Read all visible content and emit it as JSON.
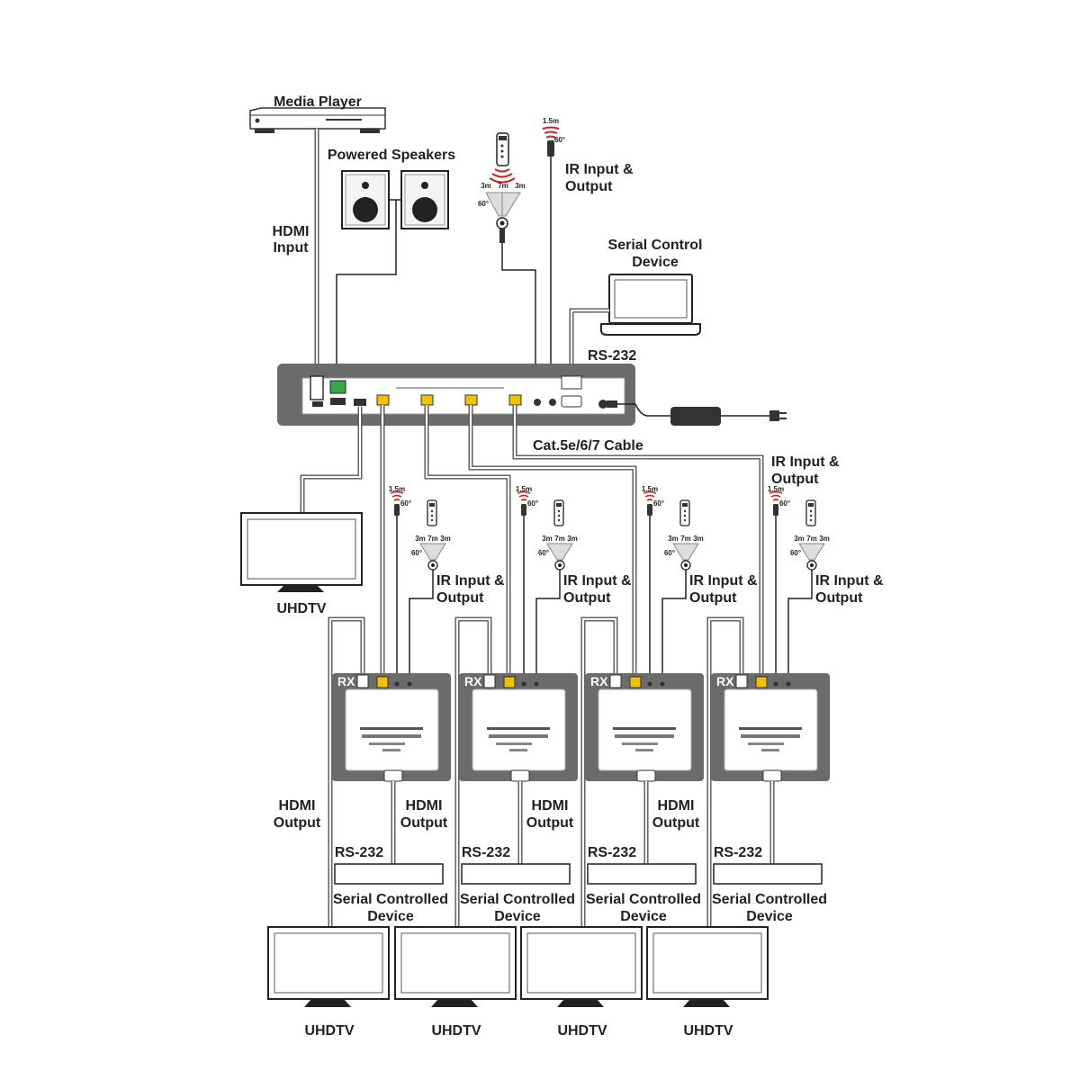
{
  "labels": {
    "media_player": "Media Player",
    "powered_speakers": "Powered Speakers",
    "hdmi_input_1": "HDMI",
    "hdmi_input_2": "Input",
    "ir_top_1": "IR Input &",
    "ir_top_2": "Output",
    "serial_control_1": "Serial Control",
    "serial_control_2": "Device",
    "rs232_top": "RS-232",
    "cat_cable": "Cat.5e/6/7 Cable",
    "ir_right_1": "IR Input &",
    "ir_right_2": "Output",
    "uhdtv_local": "UHDTV",
    "ir_1": "IR Input &",
    "ir_2": "Output",
    "hdmi_output_1": "HDMI",
    "hdmi_output_2": "Output",
    "rs232": "RS-232",
    "serial_controlled_1": "Serial Controlled",
    "serial_controlled_2": "Device",
    "uhdtv": "UHDTV",
    "rx": "RX",
    "ir_range_left": "3m",
    "ir_range_mid": "7m",
    "ir_range_right": "3m",
    "ir_angle": "60°",
    "ir_eye_range": "1.5m",
    "ir_eye_angle": "60°"
  },
  "colors": {
    "chassis": "#6b6b6b",
    "port_yellow": "#f2c200",
    "terminal_green": "#3aa64a",
    "ir_red": "#cc2222",
    "cable_outline": "#555555",
    "line": "#222222"
  },
  "icons": [
    "media-player-icon",
    "speaker-icon",
    "remote-control-icon",
    "ir-eye-icon",
    "laptop-icon",
    "power-adapter-icon",
    "tv-icon",
    "rx-receiver-icon",
    "serial-device-icon"
  ]
}
